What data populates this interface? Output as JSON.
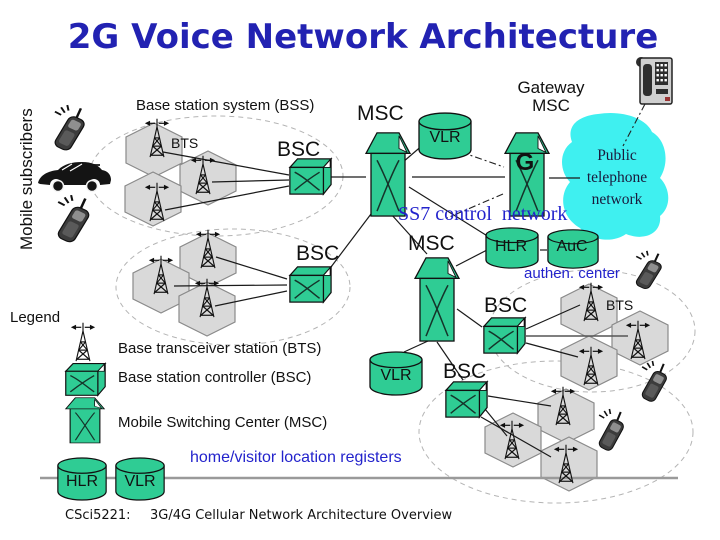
{
  "title": "2G Voice Network Architecture",
  "diagram": {
    "mobile_subscribers": "Mobile subscribers",
    "bss_label": "Base station system (BSS)",
    "bts_label_1": "BTS",
    "bts_label_2": "BTS",
    "bsc_label_1": "BSC",
    "bsc_label_2": "BSC",
    "bsc_label_3": "BSC",
    "bsc_label_4": "BSC",
    "msc_label_1": "MSC",
    "msc_label_2": "MSC",
    "gateway_line1": "Gateway",
    "gateway_line2": "MSC",
    "gmsc_letter": "G",
    "vlr_1": "VLR",
    "vlr_2": "VLR",
    "hlr": "HLR",
    "auc": "AuC",
    "ss7_label": "SS7 control  network",
    "authen_label": "authen. center",
    "ptn_line1": "Public",
    "ptn_line2": "telephone",
    "ptn_line3": "network"
  },
  "legend": {
    "heading": "Legend",
    "bts_item": "Base transceiver station (BTS)",
    "bsc_item": "Base station controller (BSC)",
    "msc_item": "Mobile Switching Center (MSC)",
    "hlr": "HLR",
    "vlr": "VLR",
    "registers_note": "home/visitor location registers"
  },
  "footer": {
    "course": "CSci5221:",
    "lecture": "3G/4G Cellular Network Architecture Overview"
  },
  "colors": {
    "node_green": "#2fcc94",
    "cell_gray": "#d9d9d9",
    "cloud_cyan": "#3ff0f0",
    "title_blue": "#2222b2",
    "annotation_blue": "#2323cc"
  }
}
